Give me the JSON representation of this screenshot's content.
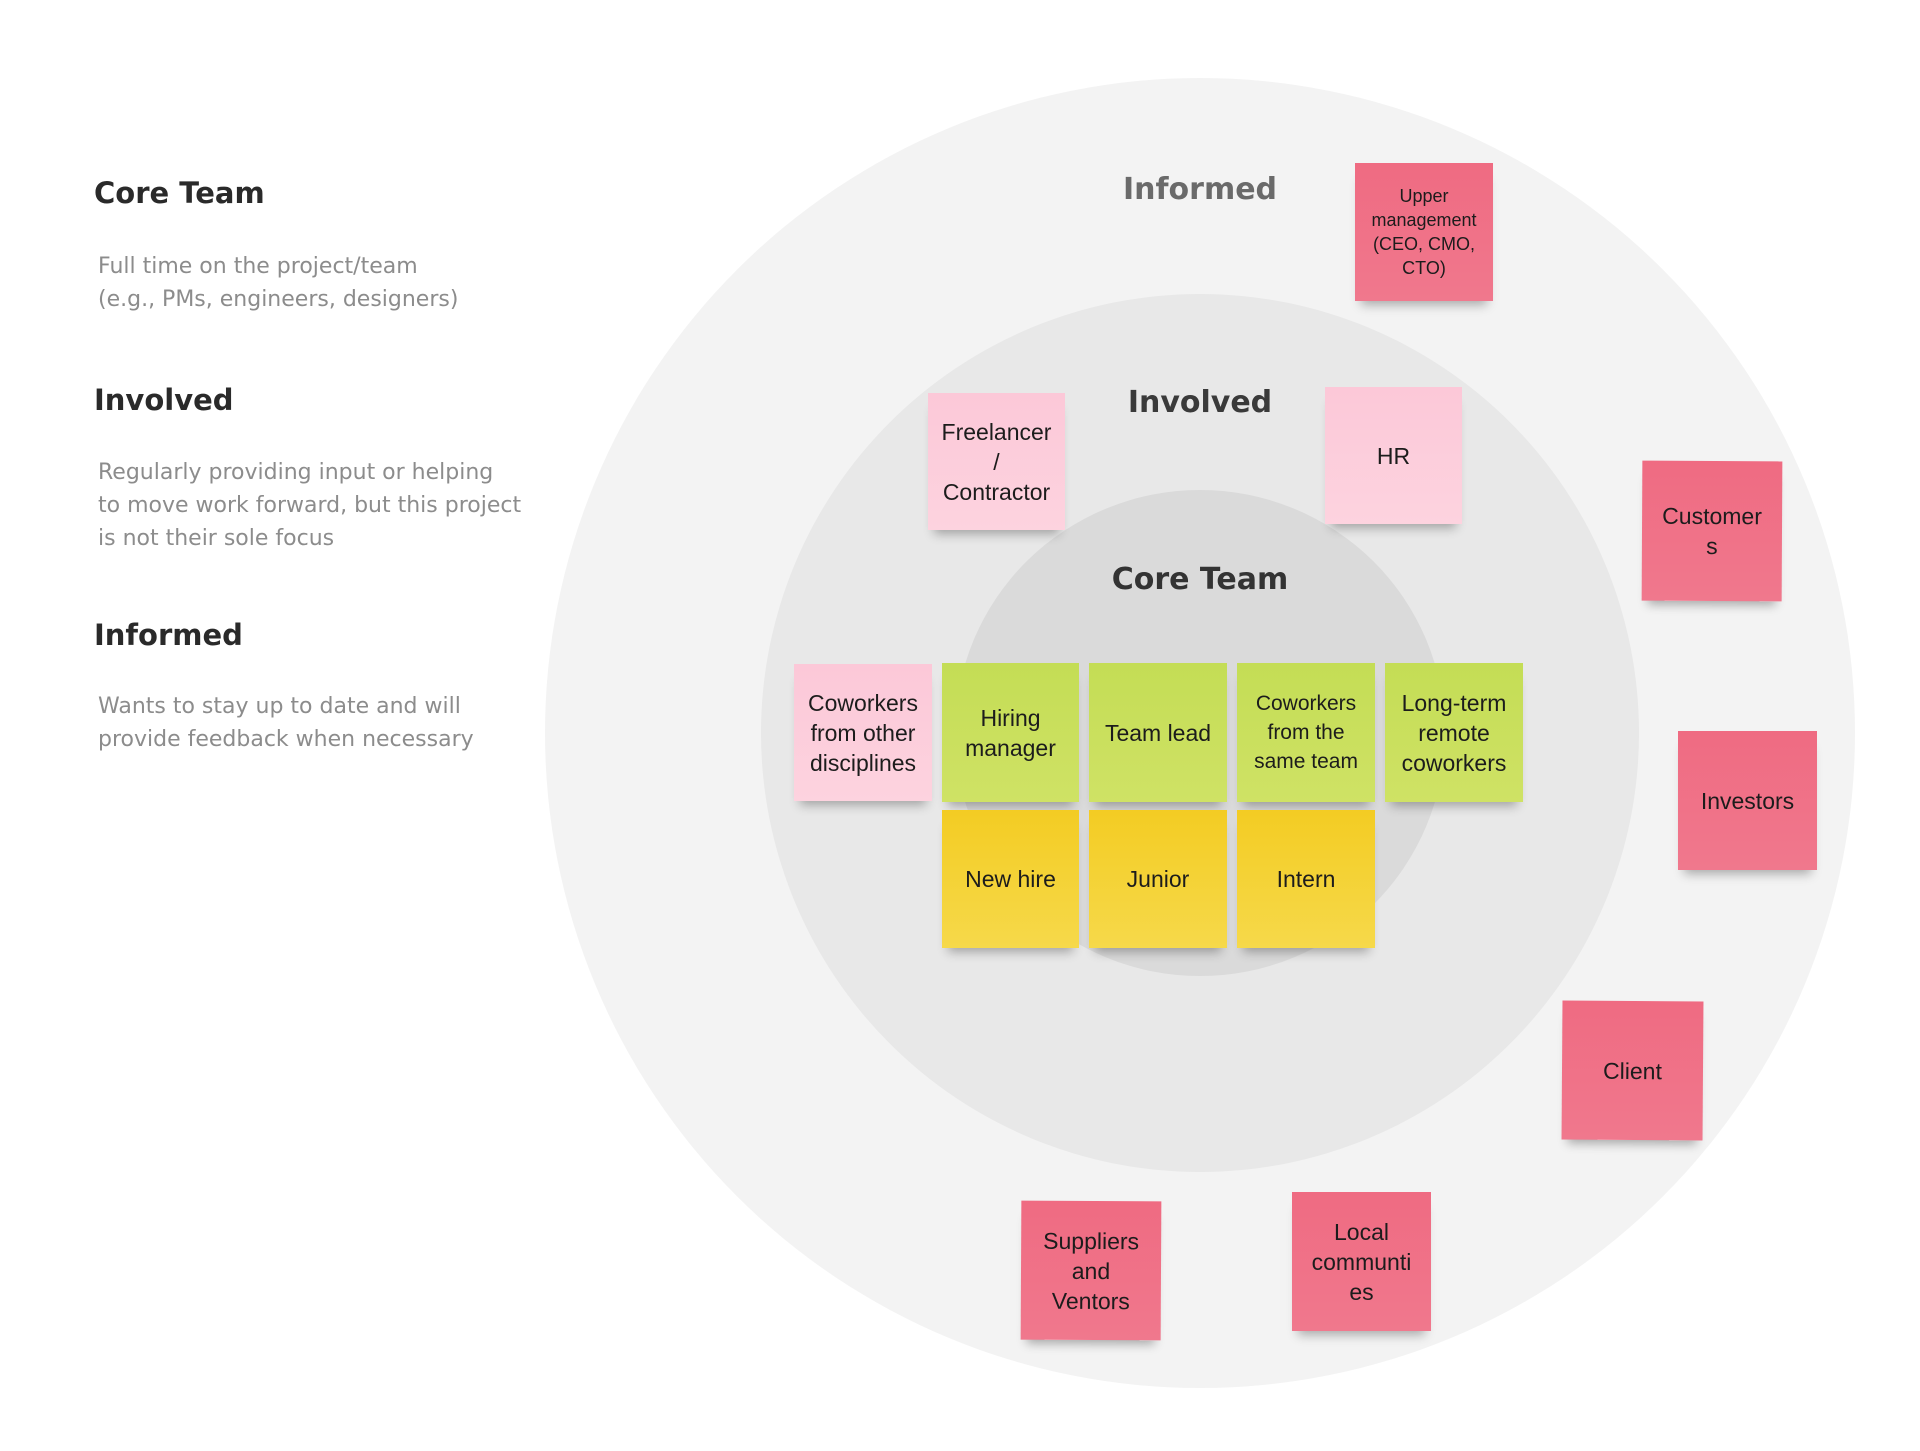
{
  "legend": {
    "core": {
      "heading": "Core Team",
      "description": "Full time on the project/team\n(e.g., PMs, engineers, designers)"
    },
    "involved": {
      "heading": "Involved",
      "description": "Regularly providing input or helping\nto move work forward, but this project\nis not their sole focus"
    },
    "informed": {
      "heading": "Informed",
      "description": "Wants to stay up to date and will\nprovide feedback when necessary"
    }
  },
  "rings": {
    "informed_label": "Informed",
    "involved_label": "Involved",
    "core_label": "Core Team"
  },
  "notes": {
    "informed": {
      "upper_management": "Upper\nmanagement\n(CEO, CMO,\nCTO)",
      "customers": "Customer\ns",
      "investors": "Investors",
      "client": "Client",
      "local_communities": "Local\ncommunti\nes",
      "suppliers": "Suppliers\nand\nVentors"
    },
    "involved": {
      "freelancer": "Freelancer\n/\nContractor",
      "hr": "HR",
      "coworkers_other": "Coworkers\nfrom other\ndisciplines"
    },
    "core": {
      "hiring_manager": "Hiring\nmanager",
      "team_lead": "Team lead",
      "coworkers_same": "Coworkers\nfrom the\nsame team",
      "long_term_remote": "Long-term\nremote\ncoworkers",
      "new_hire": "New hire",
      "junior": "Junior",
      "intern": "Intern"
    }
  },
  "colors": {
    "informed_note": "#ef6b82",
    "involved_note": "#fcc8d8",
    "core_green_note": "#c4dd55",
    "core_yellow_note": "#f3cc23",
    "outer_ring": "#f3f3f3",
    "middle_ring": "#e8e8e8",
    "inner_ring": "#dadada"
  }
}
